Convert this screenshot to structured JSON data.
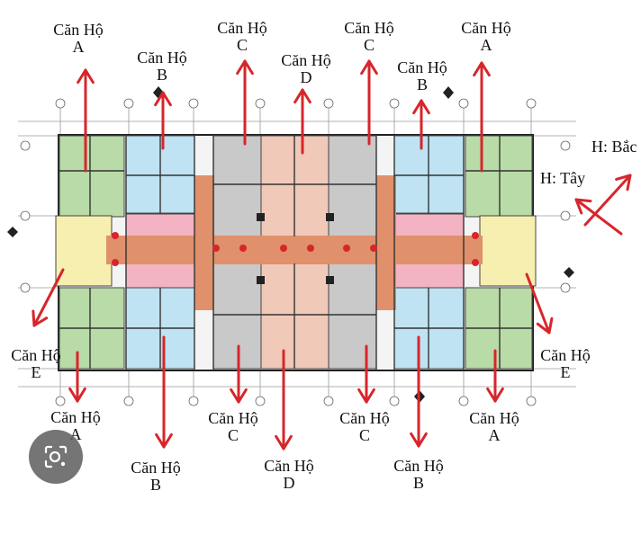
{
  "diagram": {
    "apartment_word": "Căn Hộ",
    "direction_north": "H: Bắc",
    "direction_west": "H: Tây",
    "labels": [
      {
        "id": "top-a-left",
        "letter": "A"
      },
      {
        "id": "top-b-left",
        "letter": "B"
      },
      {
        "id": "top-c-left",
        "letter": "C"
      },
      {
        "id": "top-d",
        "letter": "D"
      },
      {
        "id": "top-c-right",
        "letter": "C"
      },
      {
        "id": "top-b-right",
        "letter": "B"
      },
      {
        "id": "top-a-right",
        "letter": "A"
      },
      {
        "id": "left-e",
        "letter": "E"
      },
      {
        "id": "right-e",
        "letter": "E"
      },
      {
        "id": "bot-a-left",
        "letter": "A"
      },
      {
        "id": "bot-b-left",
        "letter": "B"
      },
      {
        "id": "bot-c-left",
        "letter": "C"
      },
      {
        "id": "bot-d",
        "letter": "D"
      },
      {
        "id": "bot-c-right",
        "letter": "C"
      },
      {
        "id": "bot-b-right",
        "letter": "B"
      },
      {
        "id": "bot-a-right",
        "letter": "A"
      }
    ],
    "colors": {
      "zone_a_e": "#b9dba8",
      "zone_b": "#bfe3f2",
      "zone_c": "#c9c9c9",
      "zone_d": "#f1c9b8",
      "corridor": "#e0906a",
      "lobby": "#f7efb0",
      "pink_strip": "#f3b3c3",
      "arrow": "#d7262b"
    }
  },
  "lens_button": {
    "icon": "lens-icon"
  }
}
